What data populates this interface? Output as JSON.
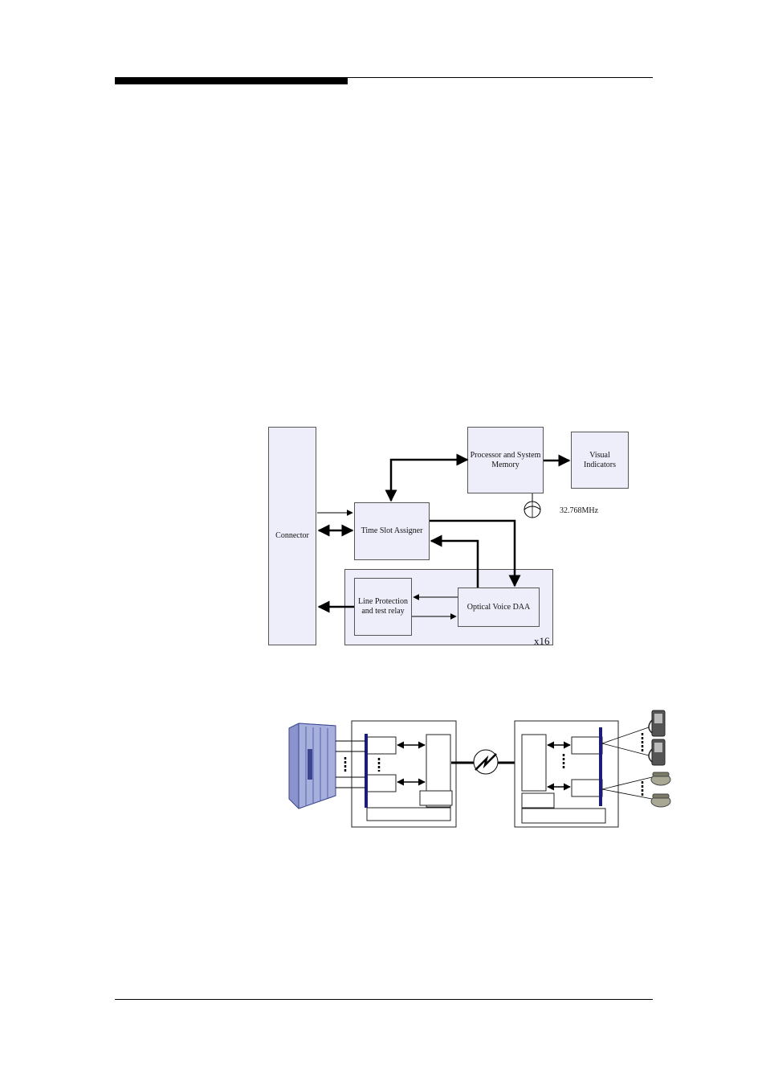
{
  "block_diagram": {
    "connector": "Connector",
    "processor": "Processor and System Memory",
    "visual_indicators": "Visual Indicators",
    "time_slot_assigner": "Time Slot Assigner",
    "line_protection": "Line Protection and test relay",
    "optical_daa": "Optical Voice DAA",
    "multiplier": "x16",
    "crystal_freq": "32.768MHz"
  },
  "colors": {
    "block_fill": "#eeeefa",
    "bus_blue": "#1c1c7a",
    "pbx_blue": "#8a93cc"
  }
}
